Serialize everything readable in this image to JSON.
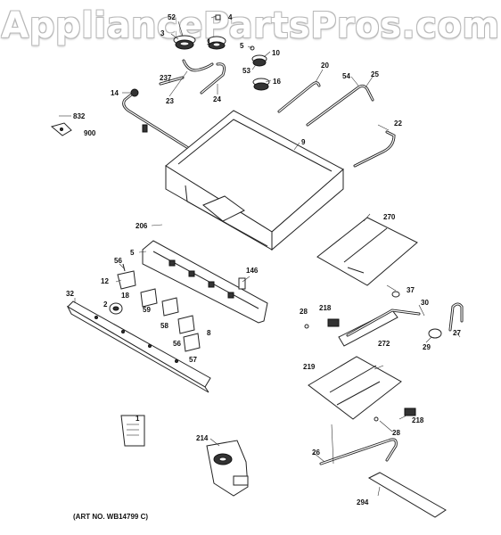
{
  "watermark": "AppliancePartsPros.com",
  "art_no": "(ART NO. WB14799 C)",
  "labels": {
    "l52": "52",
    "l4": "4",
    "l3": "3",
    "l5": "5",
    "l1": "1",
    "l10": "10",
    "l53": "53",
    "l16": "16",
    "l20": "20",
    "l54": "54",
    "l25": "25",
    "l237": "237",
    "l23": "23",
    "l24": "24",
    "l14": "14",
    "l832": "832",
    "l900": "900",
    "l22": "22",
    "l9": "9",
    "l206": "206",
    "l270": "270",
    "l5b": "5",
    "l56": "56",
    "l146": "146",
    "l12": "12",
    "l18": "18",
    "l32": "32",
    "l2": "2",
    "l59": "59",
    "l37": "37",
    "l218": "218",
    "l28": "28",
    "l30": "30",
    "l58": "58",
    "l8": "8",
    "l27": "27",
    "l56b": "56",
    "l272": "272",
    "l29": "29",
    "l57": "57",
    "l219": "219",
    "l218b": "218",
    "l1b": "1",
    "l28b": "28",
    "l214": "214",
    "l26": "26",
    "l294": "294"
  }
}
